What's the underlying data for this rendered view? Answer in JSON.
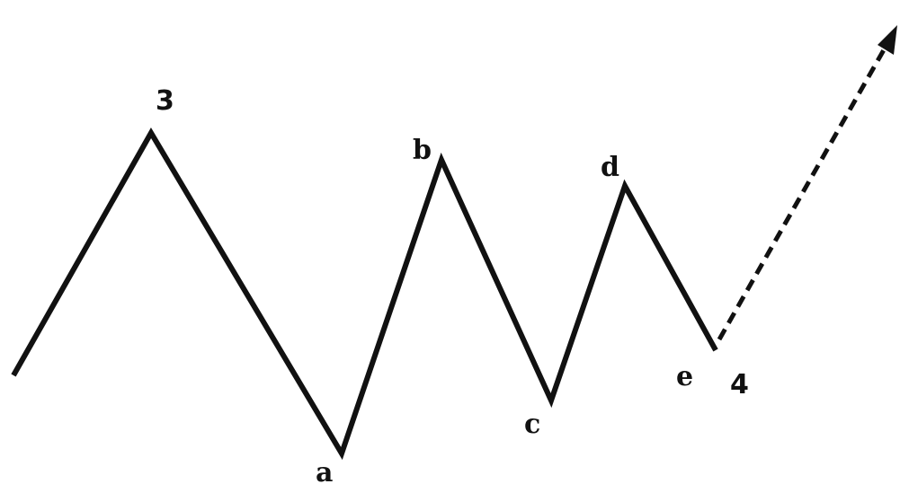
{
  "diagram": {
    "colors": {
      "line": "#111111",
      "text": "#111111",
      "background": "#ffffff"
    },
    "labels": {
      "wave_3": "3",
      "wave_4": "4",
      "point_a": "a",
      "point_b": "b",
      "point_c": "c",
      "point_d": "d",
      "point_e": "e"
    },
    "arrow_icon": "arrow-up-right-icon"
  }
}
